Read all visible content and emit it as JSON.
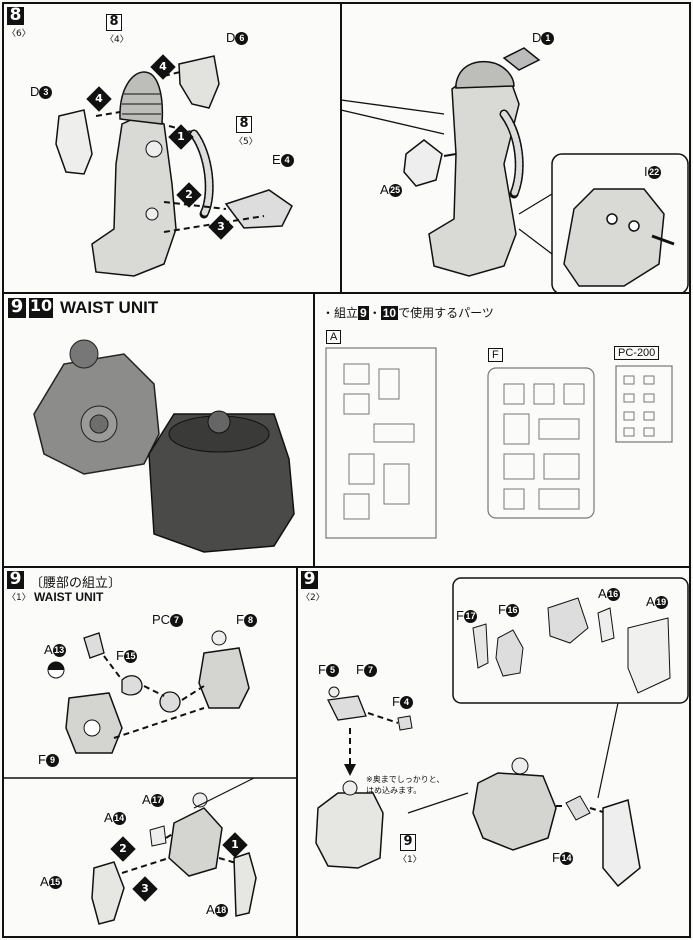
{
  "step8": {
    "number": "8",
    "sub": "〈6〉",
    "ref_number": "8",
    "ref_sub": "〈4〉",
    "ref2_number": "8",
    "ref2_sub": "〈5〉",
    "parts": {
      "d3": "D",
      "d3n": "3",
      "d6": "D",
      "d6n": "6",
      "e4": "E",
      "e4n": "4"
    },
    "arrows": [
      "1",
      "2",
      "3",
      "4",
      "4"
    ],
    "right": {
      "d1": "D",
      "d1n": "1",
      "a25": "A",
      "a25n": "25",
      "i22": "I",
      "i22n": "22"
    }
  },
  "waist": {
    "num_a": "9",
    "num_b": "10",
    "title": "WAIST UNIT",
    "runner_caption_prefix": "・組立",
    "runner_caption_suffix": "で使用するパーツ",
    "runner_caption_a": "9",
    "runner_caption_b": "10",
    "runners": [
      "A",
      "F",
      "PC-200"
    ]
  },
  "step9_1": {
    "number": "9",
    "sub": "〈1〉",
    "title_jp": "〔腰部の組立〕",
    "title_en": "WAIST UNIT",
    "parts": {
      "a13": "A",
      "a13n": "13",
      "f15": "F",
      "f15n": "15",
      "pc7": "PC",
      "pc7n": "7",
      "f8": "F",
      "f8n": "8",
      "f9": "F",
      "f9n": "9",
      "a17": "A",
      "a17n": "17",
      "a14": "A",
      "a14n": "14",
      "a15": "A",
      "a15n": "15",
      "a18": "A",
      "a18n": "18"
    },
    "arrows": [
      "1",
      "2",
      "3"
    ]
  },
  "step9_2": {
    "number": "9",
    "sub": "〈2〉",
    "parts": {
      "f5": "F",
      "f5n": "5",
      "f7": "F",
      "f7n": "7",
      "f4": "F",
      "f4n": "4",
      "f14": "F",
      "f14n": "14",
      "f17": "F",
      "f17n": "17",
      "f16": "F",
      "f16n": "16",
      "a16": "A",
      "a16n": "16",
      "a19": "A",
      "a19n": "19"
    },
    "note_line1": "※奥までしっかりと、",
    "note_line2": "はめ込みます。",
    "ref_number": "9",
    "ref_sub": "〈1〉"
  }
}
